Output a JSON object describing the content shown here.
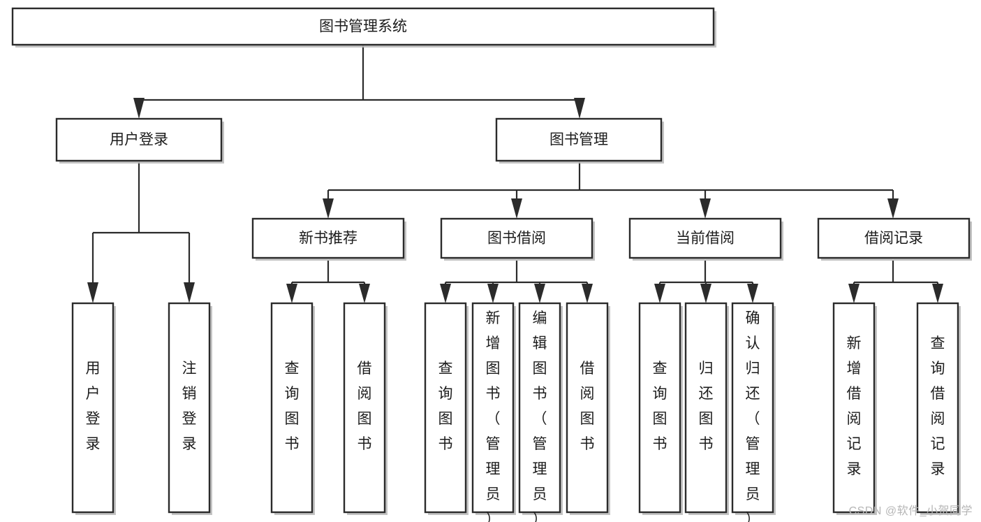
{
  "diagram": {
    "title": "图书管理系统",
    "type": "tree-hierarchy-diagram",
    "orientation": "top-down",
    "colors": {
      "box_stroke": "#2b2b2b",
      "box_fill": "#ffffff",
      "edge": "#2b2b2b",
      "shadow": "#b9b9b9",
      "text": "#1c1c1c",
      "watermark": "#b6b6b6",
      "background": "#ffffff"
    },
    "root": {
      "label": "图书管理系统"
    },
    "level2": [
      {
        "id": "user-login",
        "label": "用户登录"
      },
      {
        "id": "book-management",
        "label": "图书管理"
      }
    ],
    "level3": [
      {
        "id": "new-book-recommend",
        "label": "新书推荐"
      },
      {
        "id": "book-borrow",
        "label": "图书借阅"
      },
      {
        "id": "current-borrow",
        "label": "当前借阅"
      },
      {
        "id": "borrow-record",
        "label": "借阅记录"
      }
    ],
    "leaves": {
      "user_login": [
        {
          "id": "leaf-user-login",
          "label": "用户登录"
        },
        {
          "id": "leaf-logout-login",
          "label": "注销登录"
        }
      ],
      "new_book_recommend": [
        {
          "id": "leaf-query-book-1",
          "label": "查询图书"
        },
        {
          "id": "leaf-borrow-book-1",
          "label": "借阅图书"
        }
      ],
      "book_borrow": [
        {
          "id": "leaf-query-book-2",
          "label": "查询图书"
        },
        {
          "id": "leaf-add-book",
          "label": "新增图书（管理员）"
        },
        {
          "id": "leaf-edit-book",
          "label": "编辑图书（管理员）"
        },
        {
          "id": "leaf-borrow-book-2",
          "label": "借阅图书"
        }
      ],
      "current_borrow": [
        {
          "id": "leaf-query-book-3",
          "label": "查询图书"
        },
        {
          "id": "leaf-return-book",
          "label": "归还图书"
        },
        {
          "id": "leaf-confirm-return",
          "label": "确认归还（管理员）"
        }
      ],
      "borrow_record": [
        {
          "id": "leaf-add-record",
          "label": "新增借阅记录"
        },
        {
          "id": "leaf-query-record",
          "label": "查询借阅记录"
        }
      ]
    }
  },
  "watermark": {
    "text": "CSDN @软件_小贺同学"
  }
}
